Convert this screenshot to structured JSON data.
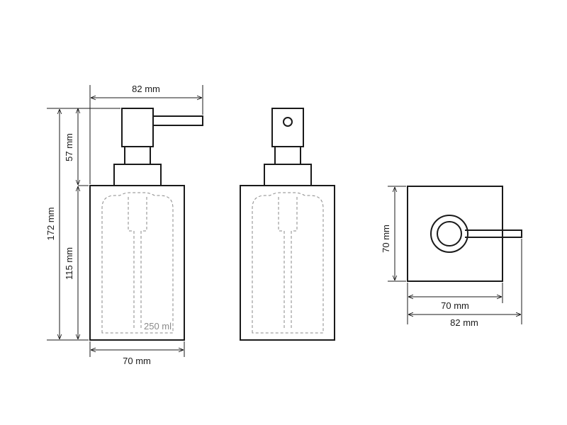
{
  "front_view": {
    "dim_total_width": "82 mm",
    "dim_total_height": "172 mm",
    "dim_pump_height": "57 mm",
    "dim_body_height": "115 mm",
    "dim_body_width": "70 mm",
    "volume_label": "250 ml"
  },
  "top_view": {
    "dim_depth": "70 mm",
    "dim_body_width": "70 mm",
    "dim_total_width": "82 mm"
  }
}
